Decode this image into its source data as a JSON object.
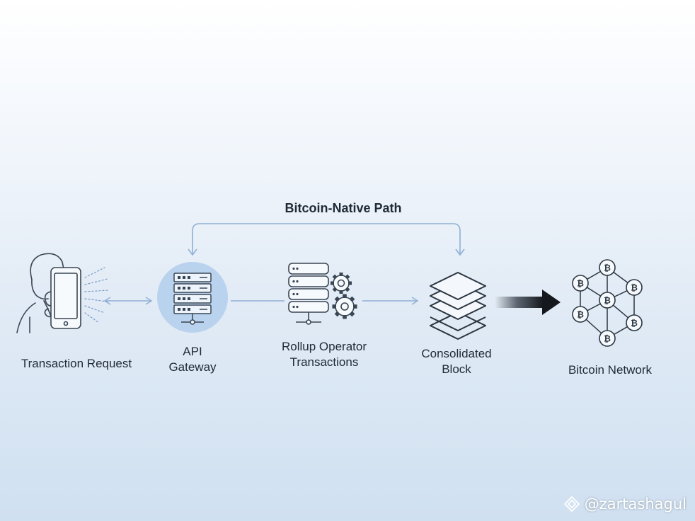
{
  "colors": {
    "stroke": "#3a4654",
    "accent_line": "#8fb0d6",
    "gateway_circle": "#b9d2ee",
    "arrow_dark": "#1b1f24"
  },
  "path": {
    "title": "Bitcoin-Native Path"
  },
  "nodes": {
    "request": {
      "label": "Transaction Request",
      "icon": "person-phone-icon"
    },
    "gateway": {
      "line1": "API",
      "line2": "Gateway",
      "icon": "server-rack-icon"
    },
    "rollup": {
      "line1": "Rollup Operator",
      "line2": "Transactions",
      "icon": "database-gears-icon"
    },
    "block": {
      "line1": "Consolidated",
      "line2": "Block",
      "icon": "stacked-layers-icon"
    },
    "network": {
      "label": "Bitcoin Network",
      "icon": "bitcoin-network-icon"
    }
  },
  "watermark": {
    "text": "@zartashagul",
    "icon": "binance-diamond-icon"
  }
}
